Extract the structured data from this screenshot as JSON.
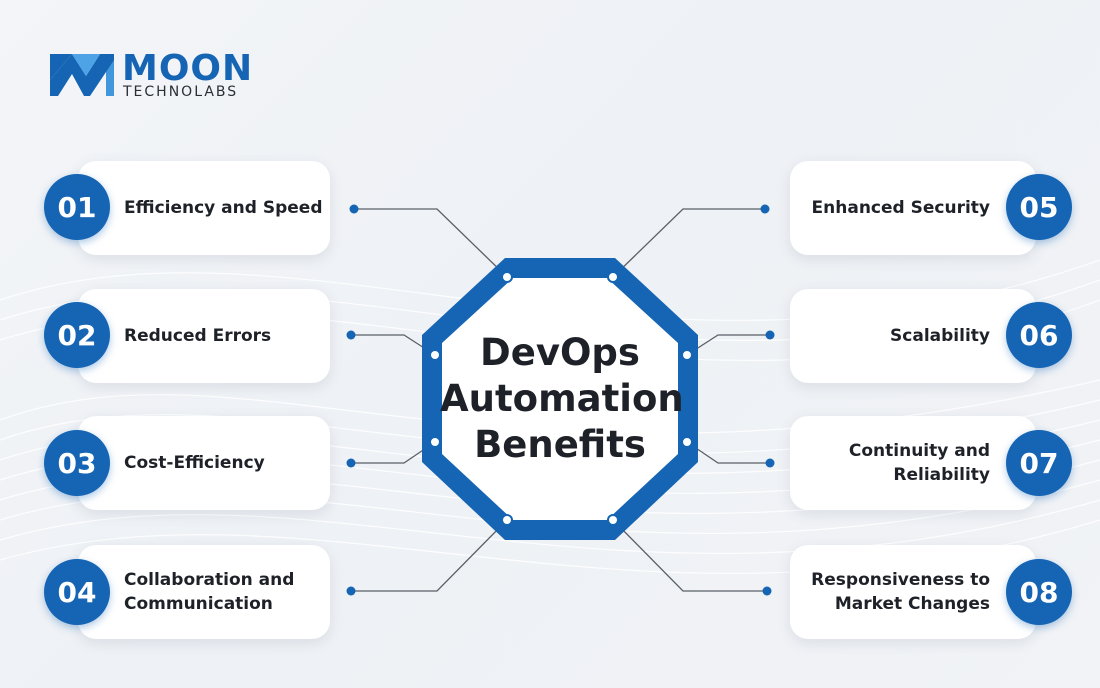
{
  "brand": {
    "name": "MOON",
    "subtitle": "TECHNOLABS",
    "color": "#1565b4"
  },
  "center": {
    "title_lines": [
      "DevOps",
      "Automation",
      "Benefits"
    ],
    "ring_color": "#1565b4",
    "fill_color": "#ffffff"
  },
  "benefits": [
    {
      "number": "01",
      "label": "Efficiency and Speed",
      "side": "left"
    },
    {
      "number": "02",
      "label": "Reduced Errors",
      "side": "left"
    },
    {
      "number": "03",
      "label": "Cost-Efficiency",
      "side": "left"
    },
    {
      "number": "04",
      "label": "Collaboration and Communication",
      "side": "left"
    },
    {
      "number": "05",
      "label": "Enhanced Security",
      "side": "right"
    },
    {
      "number": "06",
      "label": "Scalability",
      "side": "right"
    },
    {
      "number": "07",
      "label": "Continuity and Reliability",
      "side": "right"
    },
    {
      "number": "08",
      "label": "Responsiveness to Market Changes",
      "side": "right"
    }
  ],
  "colors": {
    "accent": "#1565b4",
    "card": "#ffffff",
    "text": "#1e2228",
    "connector": "#5a6068"
  }
}
